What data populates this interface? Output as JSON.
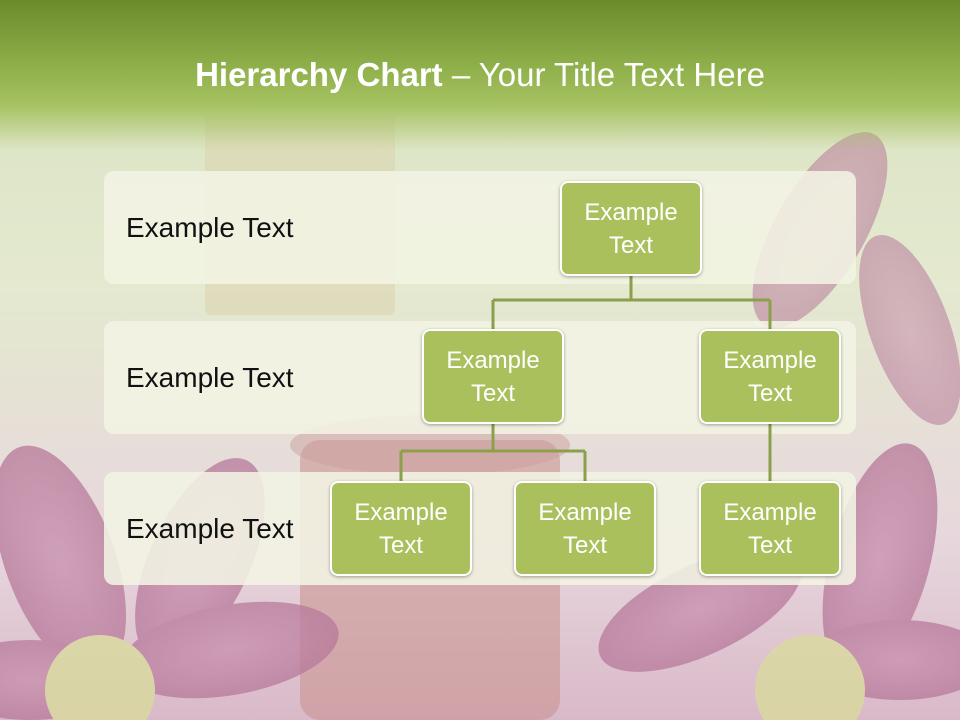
{
  "title": {
    "bold": "Hierarchy Chart",
    "rest": " – Your Title Text Here"
  },
  "rows": [
    {
      "label": "Example Text"
    },
    {
      "label": "Example Text"
    },
    {
      "label": "Example Text"
    }
  ],
  "nodes": {
    "root": "Example Text",
    "level2_left": "Example Text",
    "level2_right": "Example Text",
    "level3_a": "Example Text",
    "level3_b": "Example Text",
    "level3_c": "Example Text"
  },
  "colors": {
    "node_fill": "#a9c05c",
    "title_bar": "#8fb04a",
    "connector": "#8aa04a"
  }
}
